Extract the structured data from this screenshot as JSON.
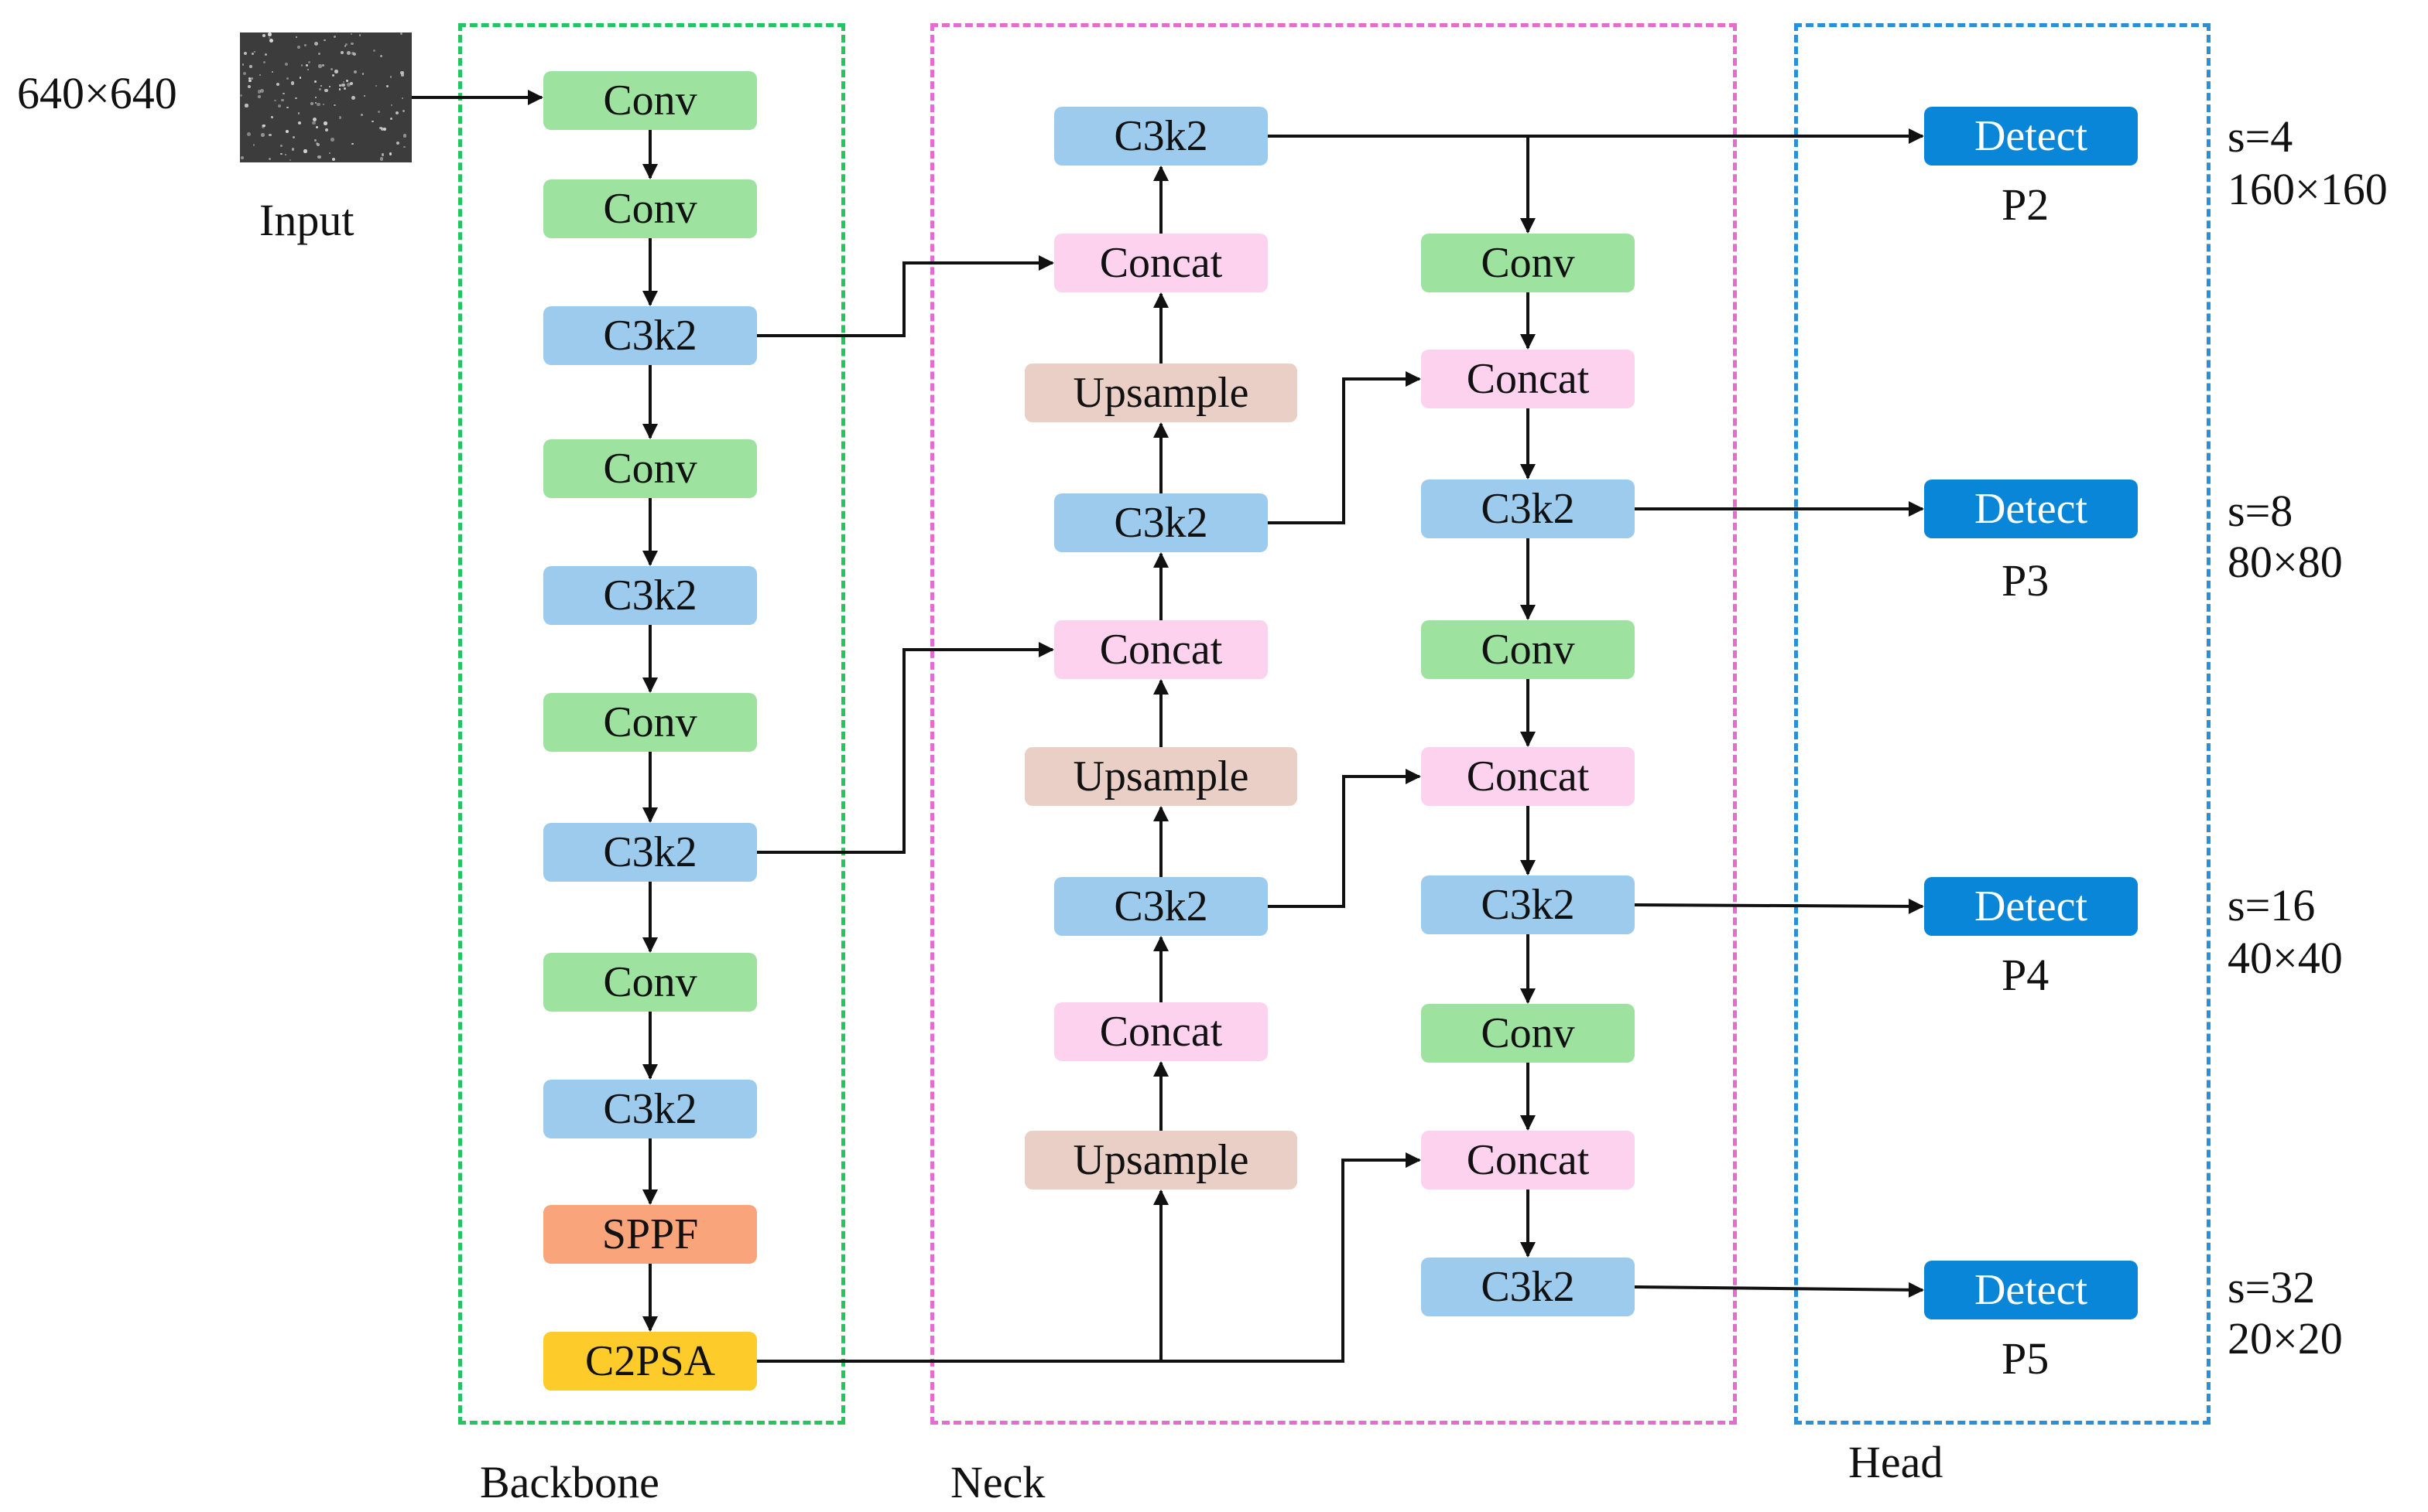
{
  "input": {
    "size_label": "640×640",
    "caption": "Input"
  },
  "groups": {
    "backbone": {
      "label": "Backbone",
      "color": "#22c55e"
    },
    "neck": {
      "label": "Neck",
      "color": "#e46ccf"
    },
    "head": {
      "label": "Head",
      "color": "#2a8fd6"
    }
  },
  "colors": {
    "Conv": "#9de29f",
    "C3k2": "#9ccbee",
    "Concat": "#fdd2ef",
    "Upsample": "#e9cfc5",
    "SPPF": "#f9a47a",
    "C2PSA": "#fdcb2a",
    "Detect": "#0a86d8",
    "line": "#111111"
  },
  "backbone_nodes": [
    {
      "label": "Conv",
      "type": "Conv"
    },
    {
      "label": "Conv",
      "type": "Conv"
    },
    {
      "label": "C3k2",
      "type": "C3k2"
    },
    {
      "label": "Conv",
      "type": "Conv"
    },
    {
      "label": "C3k2",
      "type": "C3k2"
    },
    {
      "label": "Conv",
      "type": "Conv"
    },
    {
      "label": "C3k2",
      "type": "C3k2"
    },
    {
      "label": "Conv",
      "type": "Conv"
    },
    {
      "label": "C3k2",
      "type": "C3k2"
    },
    {
      "label": "SPPF",
      "type": "SPPF"
    },
    {
      "label": "C2PSA",
      "type": "C2PSA"
    }
  ],
  "neck_up_nodes": [
    {
      "label": "C3k2",
      "type": "C3k2"
    },
    {
      "label": "Concat",
      "type": "Concat"
    },
    {
      "label": "Upsample",
      "type": "Upsample"
    },
    {
      "label": "C3k2",
      "type": "C3k2"
    },
    {
      "label": "Concat",
      "type": "Concat"
    },
    {
      "label": "Upsample",
      "type": "Upsample"
    },
    {
      "label": "C3k2",
      "type": "C3k2"
    },
    {
      "label": "Concat",
      "type": "Concat"
    },
    {
      "label": "Upsample",
      "type": "Upsample"
    }
  ],
  "neck_down_nodes": [
    {
      "label": "Conv",
      "type": "Conv"
    },
    {
      "label": "Concat",
      "type": "Concat"
    },
    {
      "label": "C3k2",
      "type": "C3k2"
    },
    {
      "label": "Conv",
      "type": "Conv"
    },
    {
      "label": "Concat",
      "type": "Concat"
    },
    {
      "label": "C3k2",
      "type": "C3k2"
    },
    {
      "label": "Conv",
      "type": "Conv"
    },
    {
      "label": "Concat",
      "type": "Concat"
    },
    {
      "label": "C3k2",
      "type": "C3k2"
    }
  ],
  "head_nodes": [
    {
      "label": "Detect",
      "level": "P2",
      "stride": "s=4",
      "size": "160×160"
    },
    {
      "label": "Detect",
      "level": "P3",
      "stride": "s=8",
      "size": "80×80"
    },
    {
      "label": "Detect",
      "level": "P4",
      "stride": "s=16",
      "size": "40×40"
    },
    {
      "label": "Detect",
      "level": "P5",
      "stride": "s=32",
      "size": "20×20"
    }
  ]
}
